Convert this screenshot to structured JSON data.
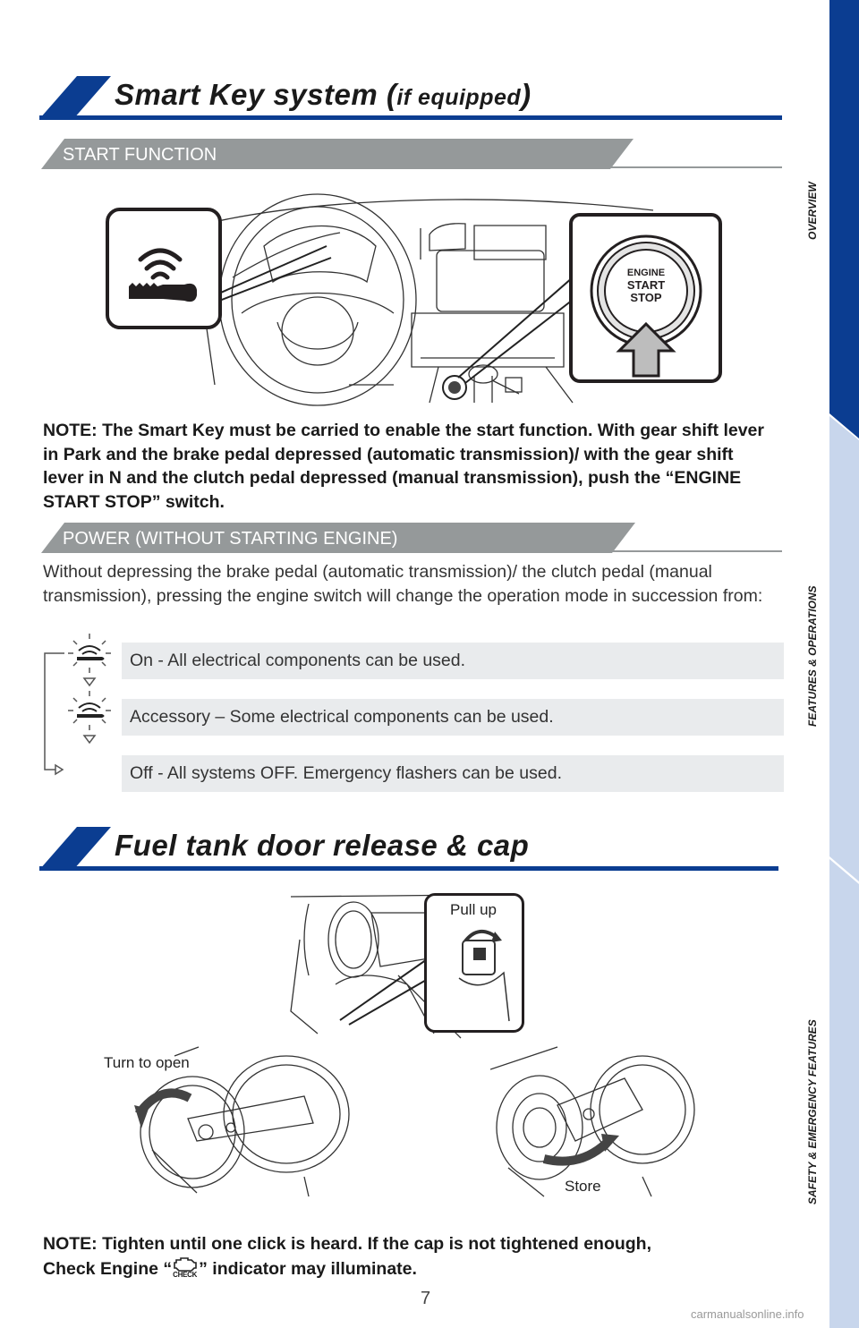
{
  "colors": {
    "brand_blue": "#0b3d91",
    "gray_bar": "#95999a",
    "tab_blue": "#c8d6ec",
    "light_bar": "#e9ebed"
  },
  "side_tabs": [
    "OVERVIEW",
    "FEATURES & OPERATIONS",
    "SAFETY & EMERGENCY FEATURES"
  ],
  "smart_key": {
    "title_main": "Smart Key system (",
    "title_small": "if equipped",
    "title_close": ")",
    "start_function": {
      "label": "START FUNCTION",
      "button_lines": [
        "ENGINE",
        "START",
        "STOP"
      ],
      "note": "NOTE: The Smart Key must be carried to enable the start function. With gear shift lever in Park and the brake pedal depressed (automatic transmission)/ with the gear shift lever in N and the clutch pedal depressed (manual transmission), push the “ENGINE START STOP” switch."
    },
    "power": {
      "label": "POWER (WITHOUT STARTING ENGINE)",
      "description": "Without depressing the brake pedal (automatic transmission)/ the clutch pedal (manual transmission), pressing the engine switch will change the operation mode in succession from:",
      "modes": [
        "On - All electrical components can be used.",
        "Accessory – Some electrical components can be used.",
        "Off - All systems OFF. Emergency flashers can be used."
      ]
    }
  },
  "fuel": {
    "title": "Fuel tank door release & cap",
    "callouts": {
      "pull_up": "Pull up",
      "turn_to_open": "Turn to open",
      "store": "Store"
    },
    "check_icon_text": "CHECK",
    "note_line1": "NOTE: Tighten until one click is heard. If the cap is not tightened enough,",
    "note_line2_pre": "Check Engine “",
    "note_line2_post": "” indicator may illuminate."
  },
  "page_number": "7",
  "watermark": "carmanualsonline.info"
}
